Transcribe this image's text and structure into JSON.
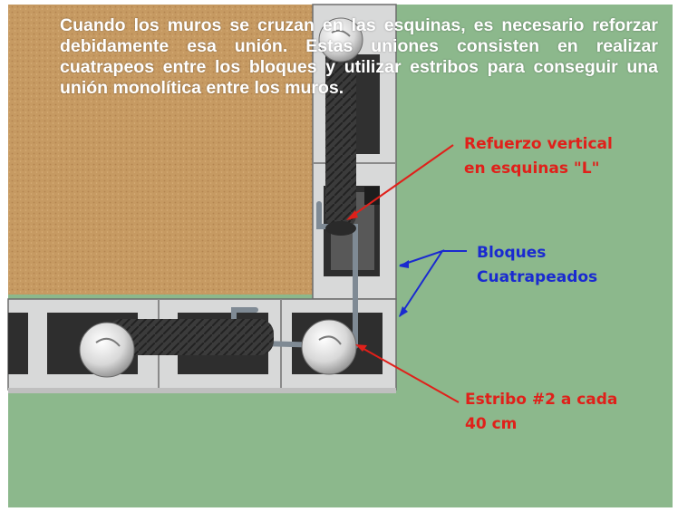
{
  "intro_text": "Cuando los muros se cruzan en las esquinas, es necesario reforzar debidamente esa unión. Estas uniones consisten en realizar cuatrapeos entre los bloques y utilizar estribos para conseguir una unión monolítica entre los muros.",
  "labels": {
    "vertical_reinforcement": [
      "Refuerzo vertical",
      "en esquinas \"L\""
    ],
    "staggered_blocks": [
      "Bloques",
      "Cuatrapeados"
    ],
    "stirrup": [
      "Estribo #2 a cada",
      "40 cm"
    ]
  },
  "colors": {
    "background_green": "#8cb88c",
    "sand_fill": "#c69a62",
    "block_gray": "#d8d9d9",
    "rebar": "#3a3a3a",
    "annotation_red": "#e0201a",
    "annotation_blue": "#1a2ad0"
  }
}
